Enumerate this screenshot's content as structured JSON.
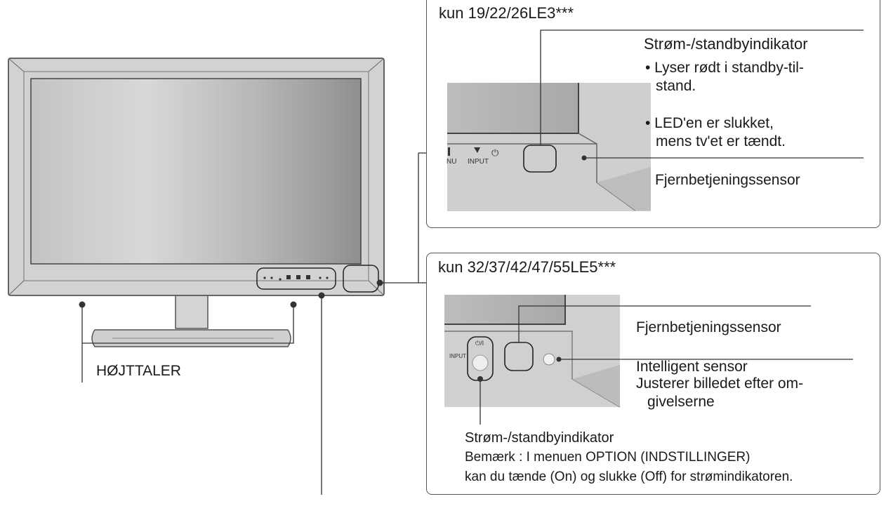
{
  "labels": {
    "speaker": "HØJTTALER"
  },
  "panel_top": {
    "title": "kun 19/22/26LE3***",
    "power_indicator": "Strøm-/standbyindikator",
    "bullet_1_line_1": "• Lyser rødt i standby-til-",
    "bullet_1_line_2": "stand.",
    "bullet_2_line_1": "• LED'en er slukket,",
    "bullet_2_line_2": "mens tv'et er tændt.",
    "remote_sensor": "Fjernbetjeningssensor",
    "button_label_menu": "NU",
    "button_label_input": "INPUT"
  },
  "panel_bottom": {
    "title": "kun 32/37/42/47/55LE5***",
    "remote_sensor": "Fjernbetjeningssensor",
    "intelligent_sensor": "Intelligent sensor",
    "adjust_line_1": "Justerer billedet efter om-",
    "adjust_line_2": "givelserne",
    "power_indicator": "Strøm-/standbyindikator",
    "note_line_1": "Bemærk : I menuen OPTION (INDSTILLINGER)",
    "note_line_2": "kan du tænde (On) og slukke (Off) for strømindikatoren.",
    "button_label_power": "⏻/I",
    "button_label_input": "INPUT"
  },
  "colors": {
    "line": "#333333",
    "bezel": "#cfcfcf",
    "bezel_edge": "#555555",
    "screen_light": "#d9d9d9",
    "screen_dark": "#8e8e8e"
  }
}
